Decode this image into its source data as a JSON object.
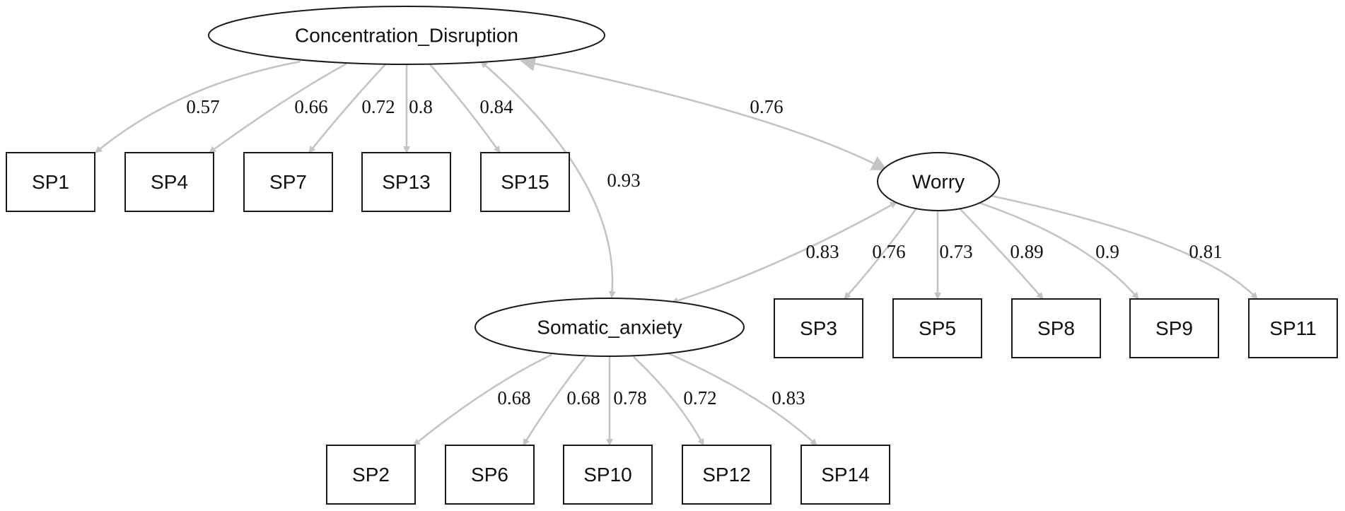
{
  "diagram": {
    "latents": [
      {
        "id": "CD",
        "label": "Concentration_Disruption"
      },
      {
        "id": "W",
        "label": "Worry"
      },
      {
        "id": "SA",
        "label": "Somatic_anxiety"
      }
    ],
    "indicators": [
      {
        "id": "SP1",
        "label": "SP1"
      },
      {
        "id": "SP4",
        "label": "SP4"
      },
      {
        "id": "SP7",
        "label": "SP7"
      },
      {
        "id": "SP13",
        "label": "SP13"
      },
      {
        "id": "SP15",
        "label": "SP15"
      },
      {
        "id": "SP3",
        "label": "SP3"
      },
      {
        "id": "SP5",
        "label": "SP5"
      },
      {
        "id": "SP8",
        "label": "SP8"
      },
      {
        "id": "SP9",
        "label": "SP9"
      },
      {
        "id": "SP11",
        "label": "SP11"
      },
      {
        "id": "SP2",
        "label": "SP2"
      },
      {
        "id": "SP6",
        "label": "SP6"
      },
      {
        "id": "SP10",
        "label": "SP10"
      },
      {
        "id": "SP12",
        "label": "SP12"
      },
      {
        "id": "SP14",
        "label": "SP14"
      }
    ],
    "loadings": [
      {
        "from": "CD",
        "to": "SP1",
        "value": "0.57"
      },
      {
        "from": "CD",
        "to": "SP4",
        "value": "0.66"
      },
      {
        "from": "CD",
        "to": "SP7",
        "value": "0.72"
      },
      {
        "from": "CD",
        "to": "SP13",
        "value": "0.8"
      },
      {
        "from": "CD",
        "to": "SP15",
        "value": "0.84"
      },
      {
        "from": "W",
        "to": "SP3",
        "value": "0.76"
      },
      {
        "from": "W",
        "to": "SP5",
        "value": "0.73"
      },
      {
        "from": "W",
        "to": "SP8",
        "value": "0.89"
      },
      {
        "from": "W",
        "to": "SP9",
        "value": "0.9"
      },
      {
        "from": "W",
        "to": "SP11",
        "value": "0.81"
      },
      {
        "from": "SA",
        "to": "SP2",
        "value": "0.68"
      },
      {
        "from": "SA",
        "to": "SP6",
        "value": "0.68"
      },
      {
        "from": "SA",
        "to": "SP10",
        "value": "0.78"
      },
      {
        "from": "SA",
        "to": "SP12",
        "value": "0.72"
      },
      {
        "from": "SA",
        "to": "SP14",
        "value": "0.83"
      }
    ],
    "covariances": [
      {
        "a": "CD",
        "b": "W",
        "value": "0.76"
      },
      {
        "a": "CD",
        "b": "SA",
        "value": "0.93"
      },
      {
        "a": "W",
        "b": "SA",
        "value": "0.83"
      }
    ],
    "edge_color": "#c4c4c4",
    "node_stroke": "#1a1a1a"
  }
}
